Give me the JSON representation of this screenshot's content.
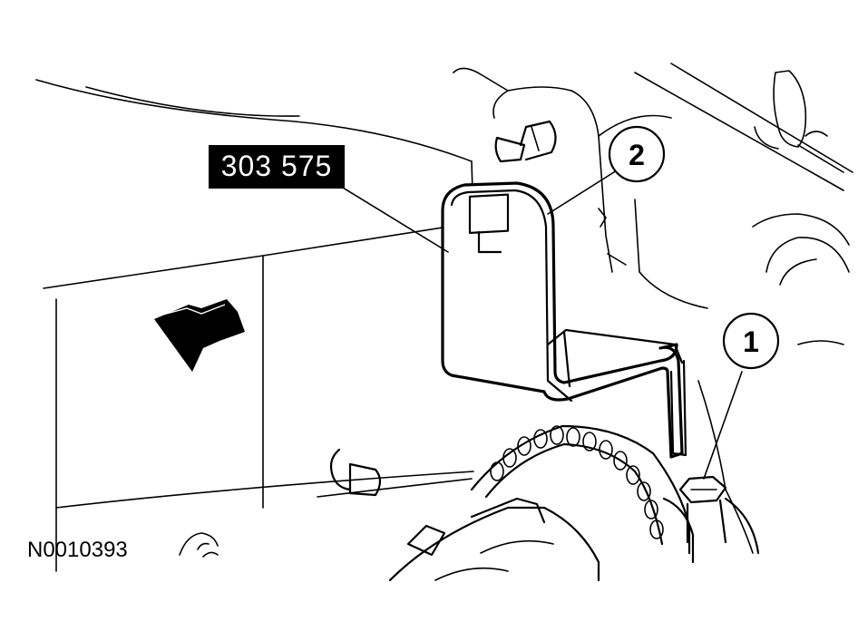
{
  "tool_label": "303 575",
  "callouts": [
    {
      "id": "callout-1",
      "number": "1"
    },
    {
      "id": "callout-2",
      "number": "2"
    }
  ],
  "figure_id": "N0010393",
  "colors": {
    "ink": "#000000",
    "paper": "#ffffff",
    "label_bg": "#000000",
    "label_text": "#ffffff"
  },
  "icons": {
    "direction": "arrow-left-icon"
  }
}
